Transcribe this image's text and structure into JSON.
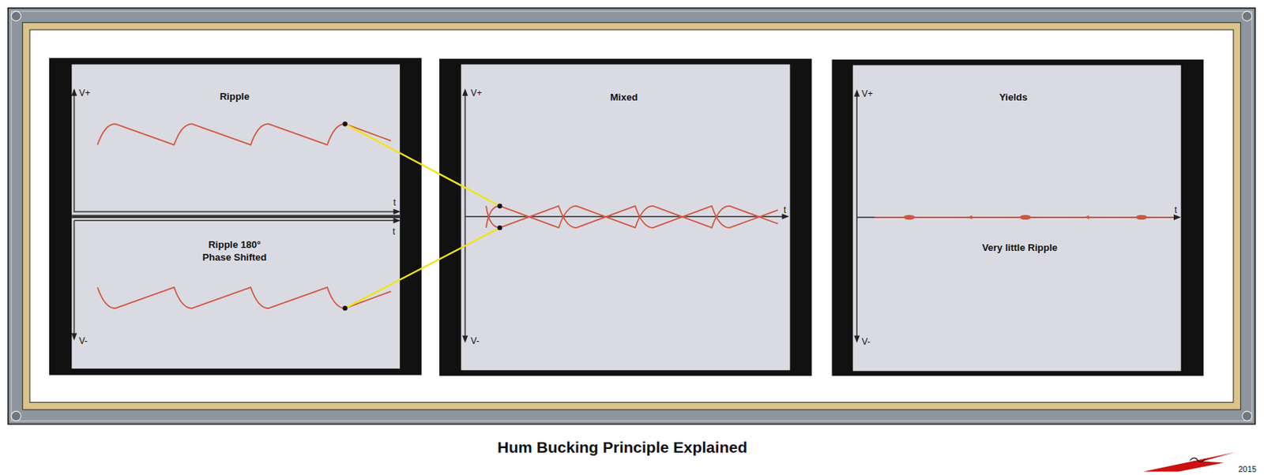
{
  "diagram": {
    "title": "Hum Bucking Principle Explained",
    "nodes": [
      {
        "text": [
          "Ripple"
        ]
      },
      {
        "text": [
          "Ripple 180° Phase Shifted"
        ]
      },
      {
        "text": [
          "Mixed"
        ]
      },
      {
        "text": [
          "Yields",
          "Very little Ripple"
        ]
      }
    ],
    "edges": [
      {
        "from": 0,
        "to": 2,
        "arrow": "none"
      },
      {
        "from": 1,
        "to": 2,
        "arrow": "none"
      }
    ],
    "labels": [
      "V+",
      "t",
      "t",
      "V-",
      "V+",
      "t",
      "V-",
      "V+",
      "t",
      "V-",
      "2015"
    ]
  }
}
